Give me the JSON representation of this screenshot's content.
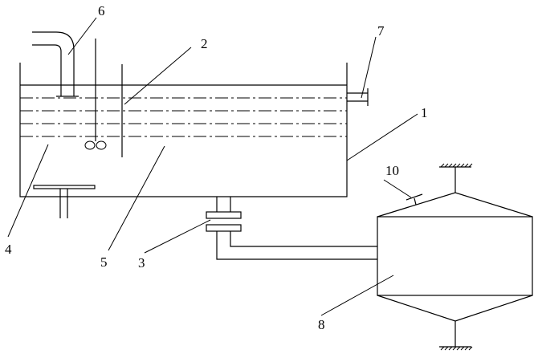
{
  "labels": {
    "l1": "1",
    "l2": "2",
    "l3": "3",
    "l4": "4",
    "l5": "5",
    "l6": "6",
    "l7": "7",
    "l8": "8",
    "l10": "10"
  }
}
